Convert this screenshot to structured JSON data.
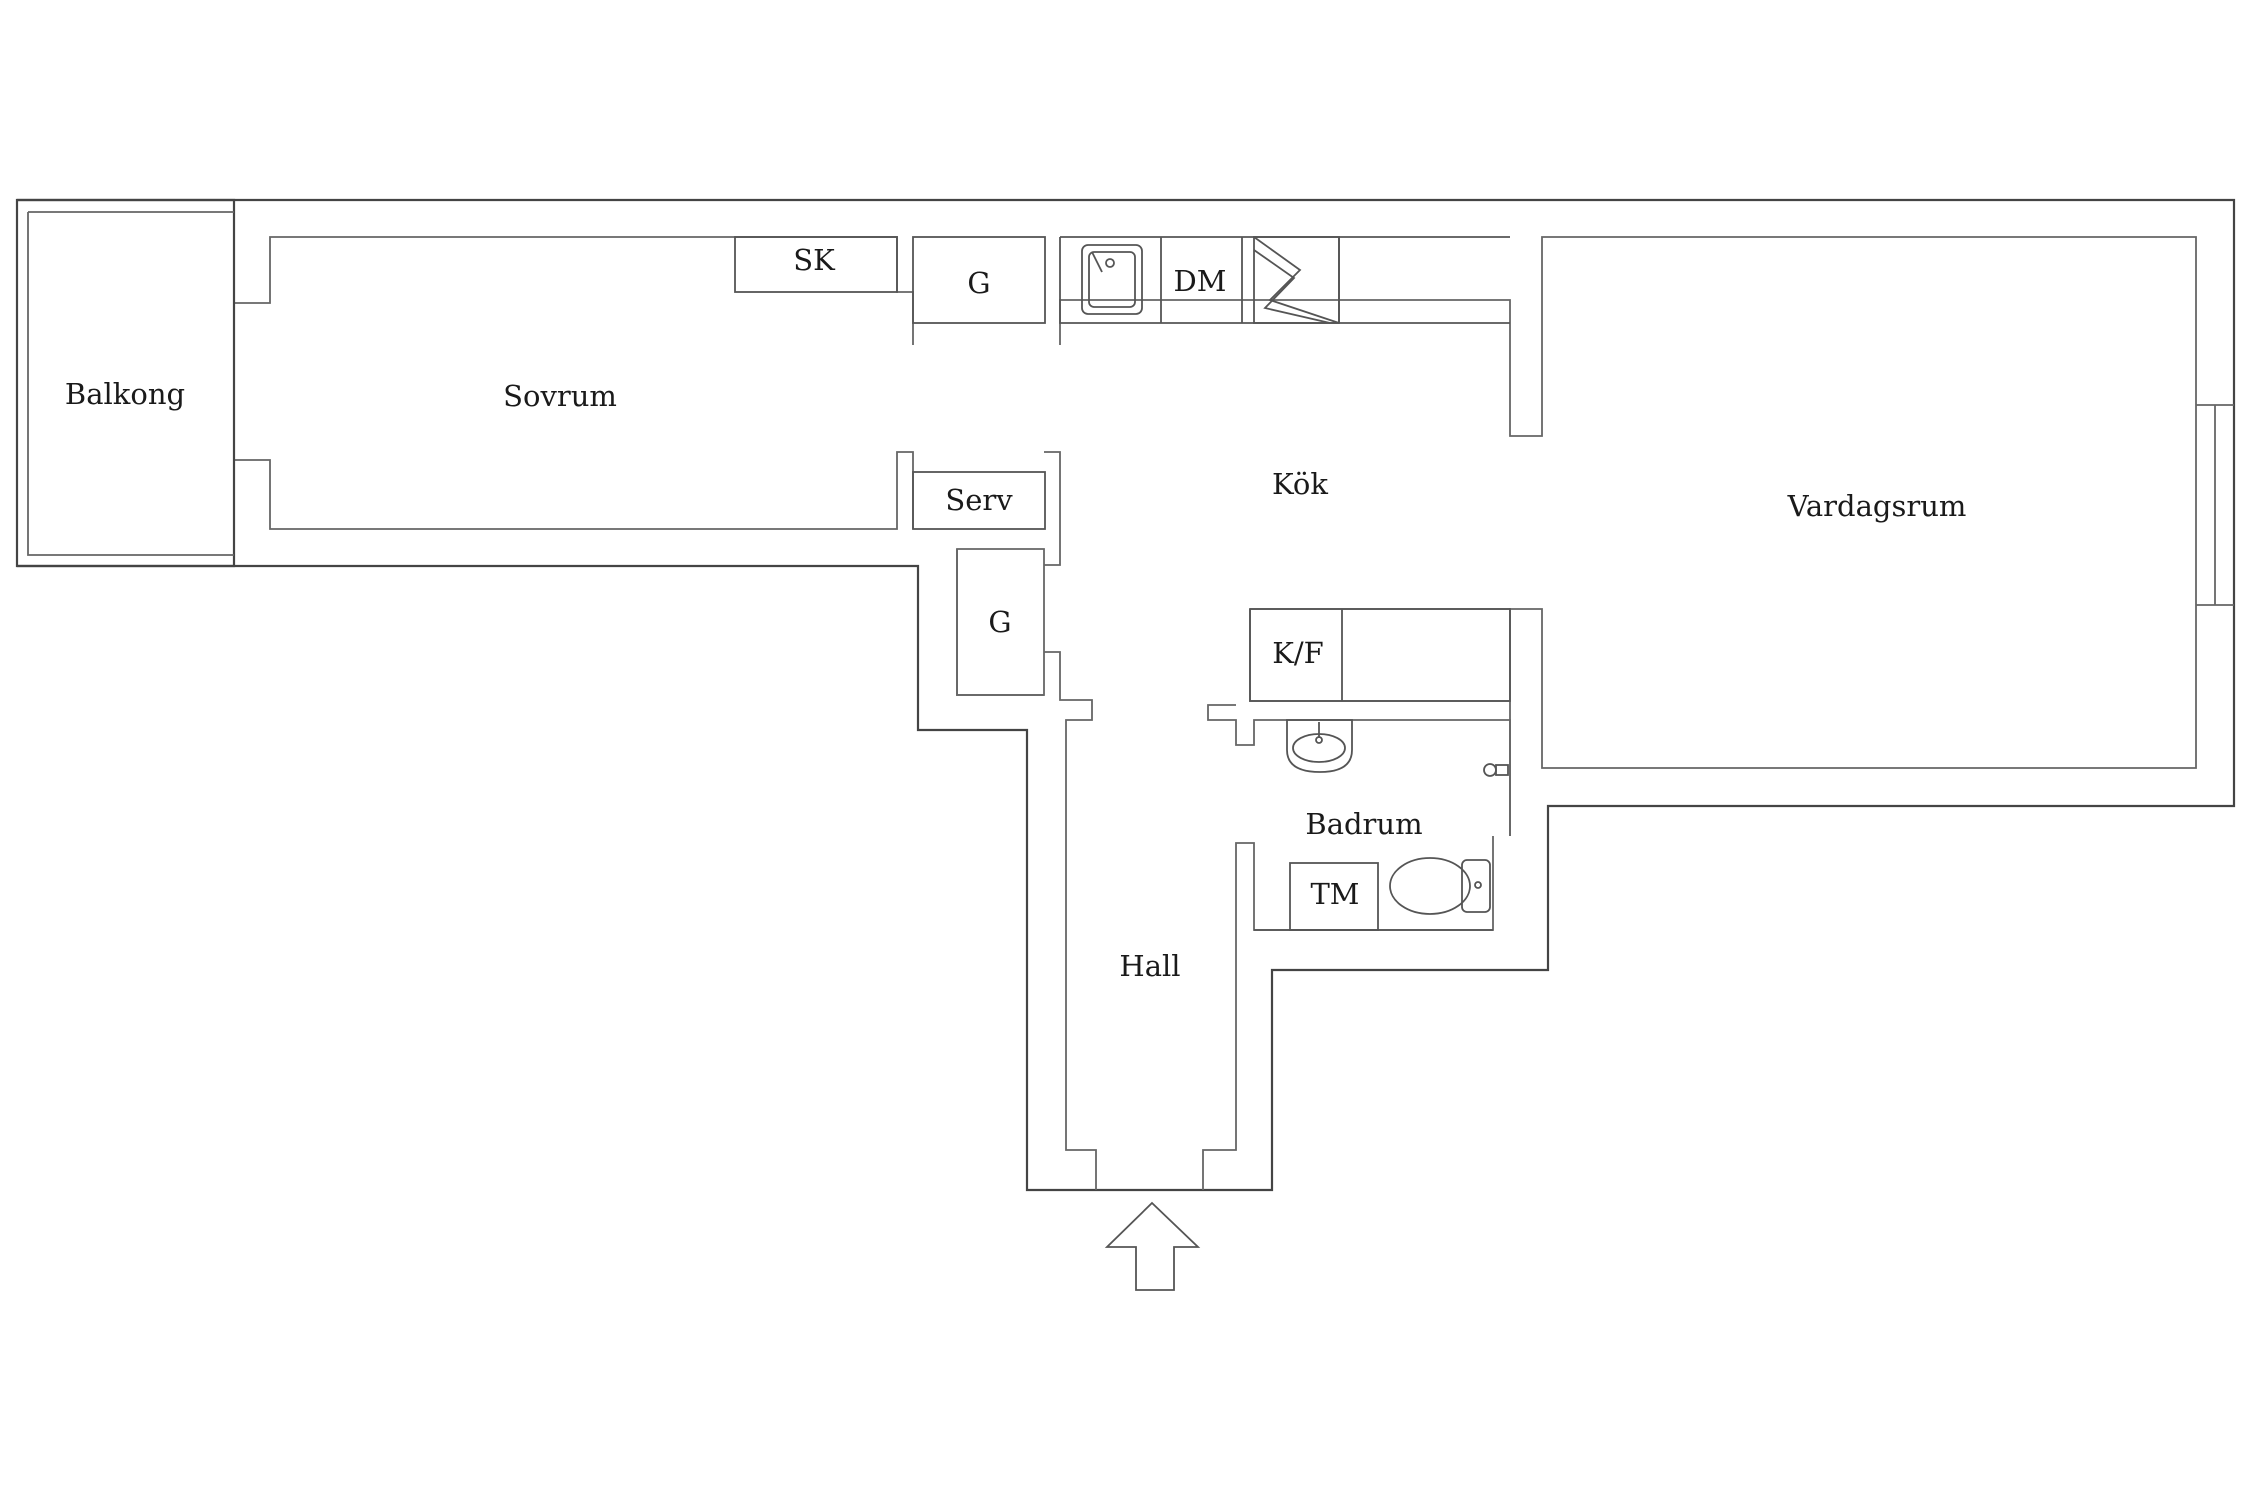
{
  "rooms": {
    "balkong": "Balkong",
    "sovrum": "Sovrum",
    "kok": "Kök",
    "vardagsrum": "Vardagsrum",
    "hall": "Hall",
    "badrum": "Badrum"
  },
  "fixtures": {
    "sk": "SK",
    "g_kitchen": "G",
    "dm": "DM",
    "serv": "Serv",
    "g_hall": "G",
    "kf": "K/F",
    "tm": "TM"
  },
  "entrance": {
    "icon": "entrance-arrow-icon"
  },
  "colors": {
    "walls": "#444444",
    "background": "#ffffff",
    "text": "#1a1a1a"
  }
}
